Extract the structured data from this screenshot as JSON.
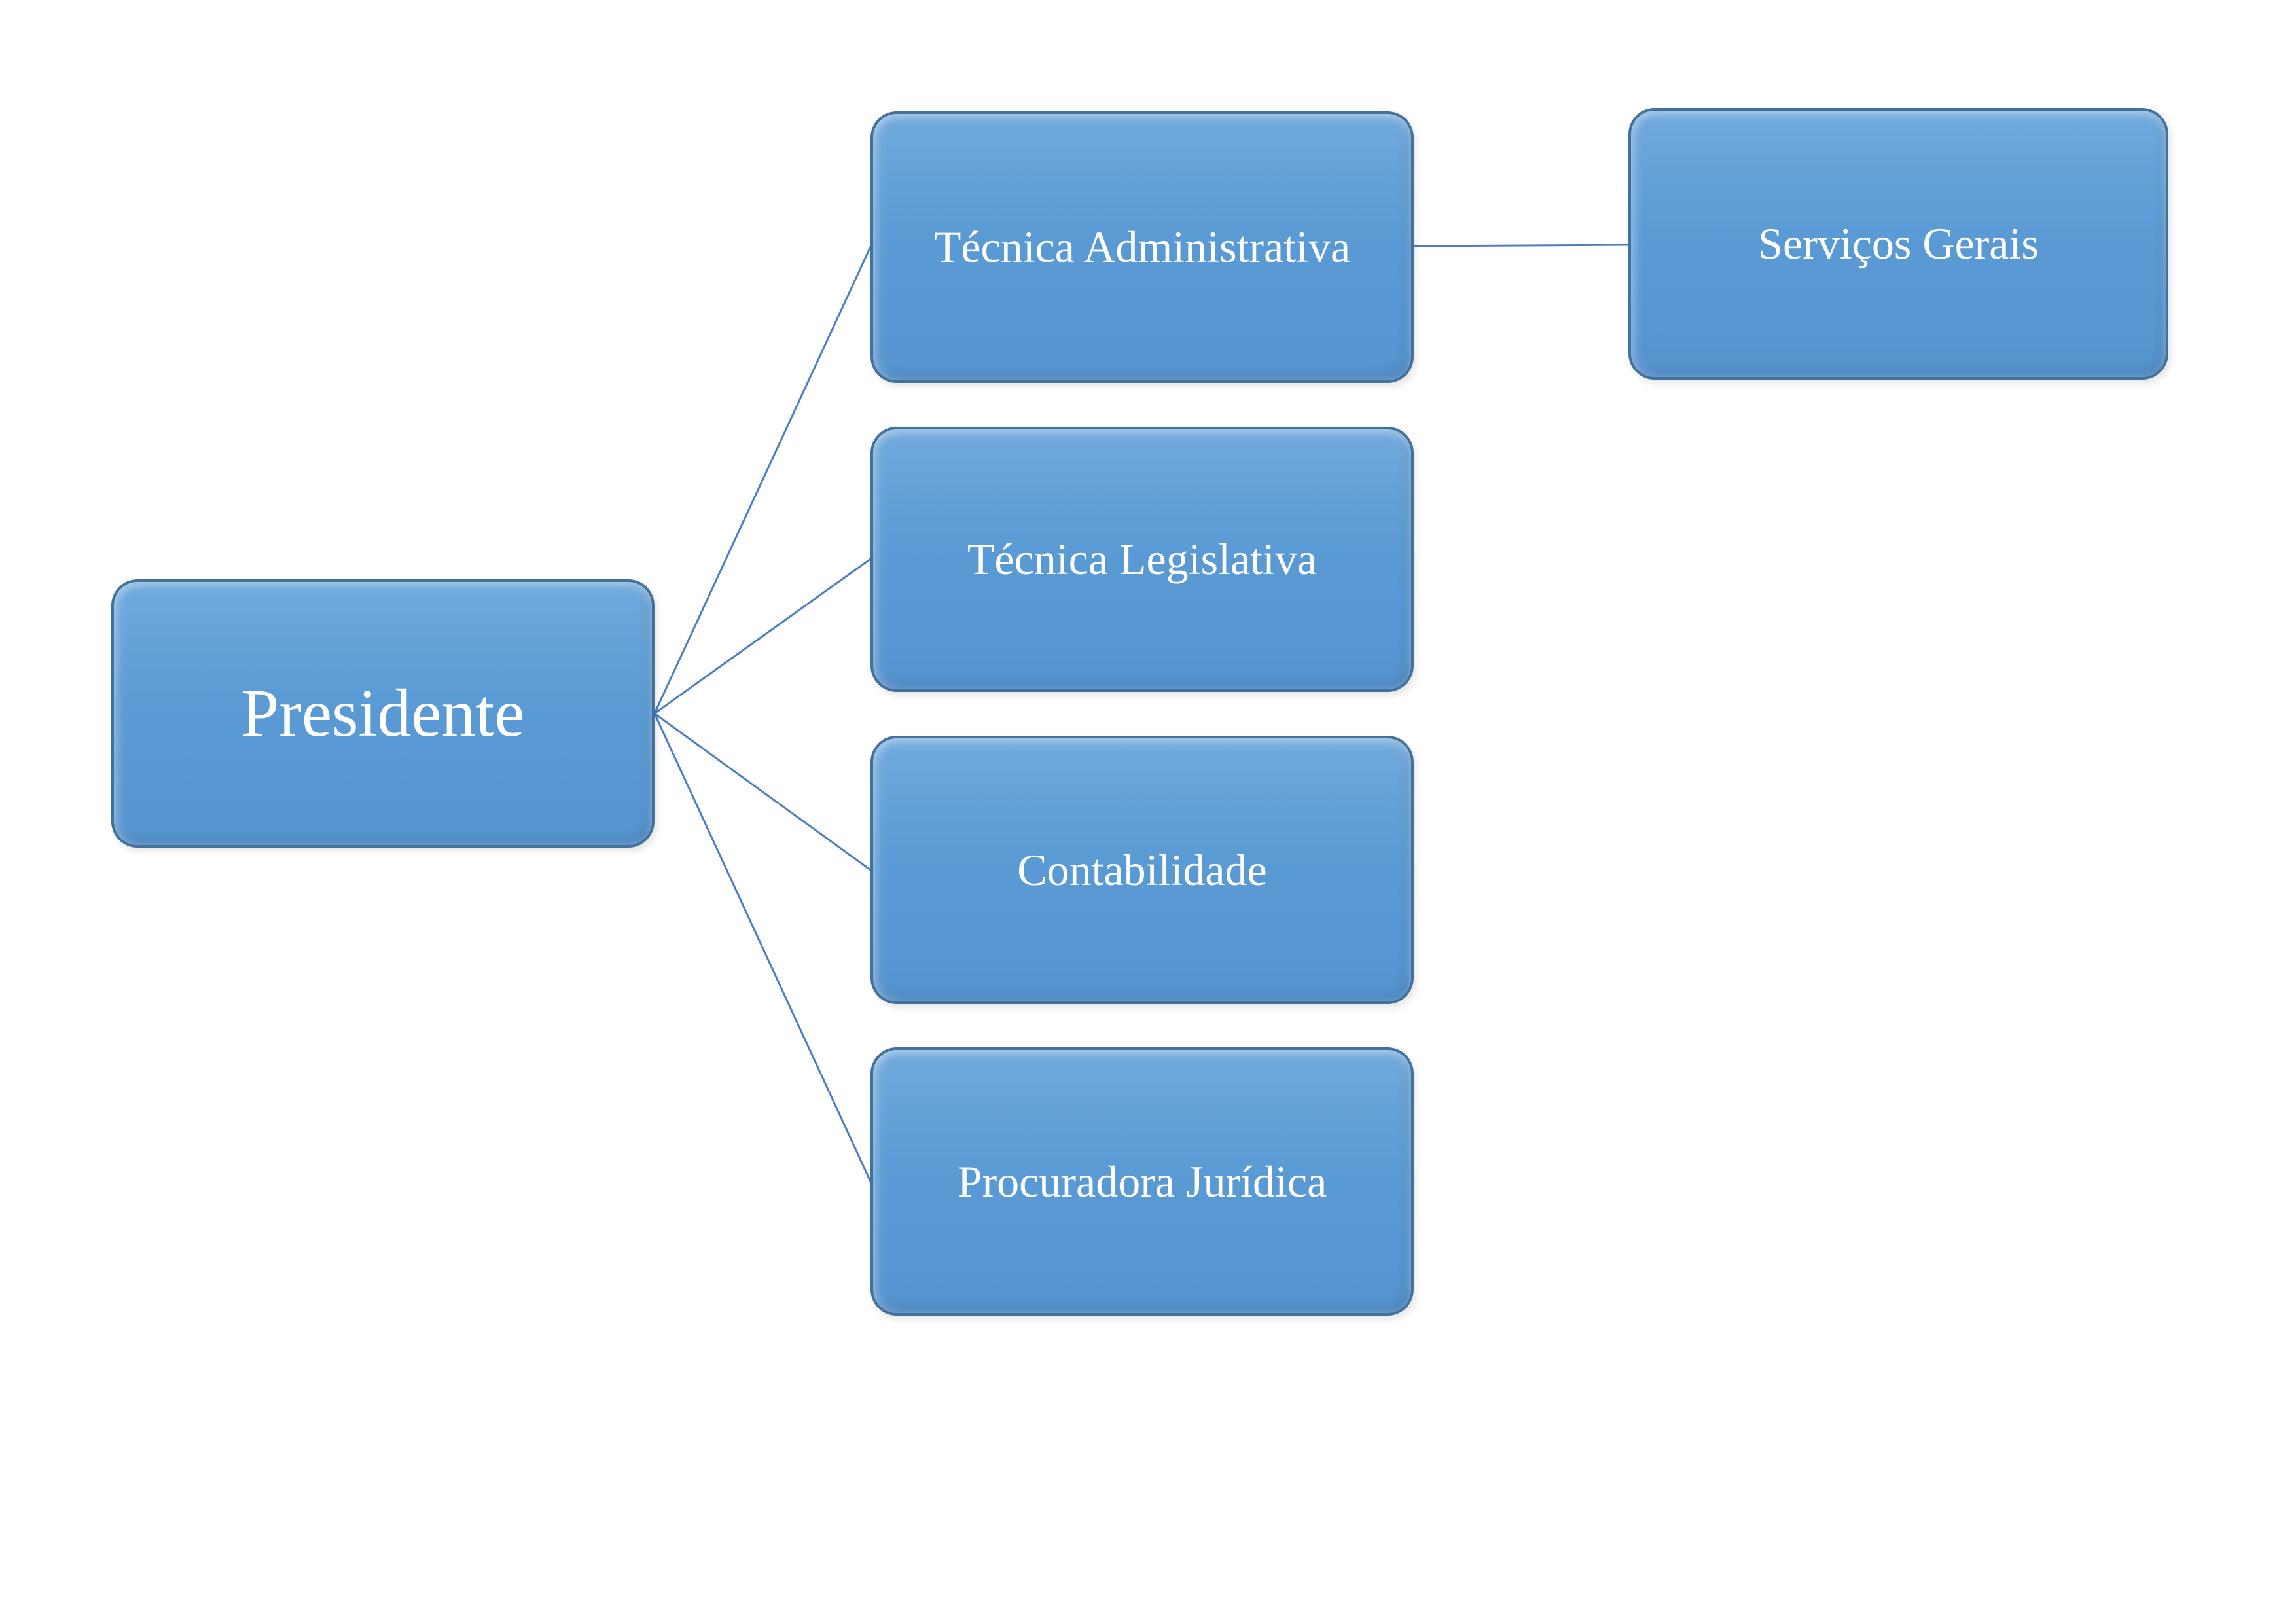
{
  "diagram": {
    "type": "org-chart",
    "nodes": {
      "presidente": {
        "label": "Presidente"
      },
      "tecnica_administrativa": {
        "label": "Técnica Administrativa"
      },
      "tecnica_legislativa": {
        "label": "Técnica Legislativa"
      },
      "contabilidade": {
        "label": "Contabilidade"
      },
      "procuradora_juridica": {
        "label": "Procuradora Jurídica"
      },
      "servicos_gerais": {
        "label": "Serviços Gerais"
      }
    },
    "edges": [
      {
        "from": "presidente",
        "to": "tecnica_administrativa"
      },
      {
        "from": "presidente",
        "to": "tecnica_legislativa"
      },
      {
        "from": "presidente",
        "to": "contabilidade"
      },
      {
        "from": "presidente",
        "to": "procuradora_juridica"
      },
      {
        "from": "tecnica_administrativa",
        "to": "servicos_gerais"
      }
    ],
    "colors": {
      "node_fill": "#5B9BD5",
      "node_border": "#41719C",
      "connector": "#4D7EBF",
      "text": "#FFFFFF",
      "background": "#FFFFFF"
    }
  }
}
